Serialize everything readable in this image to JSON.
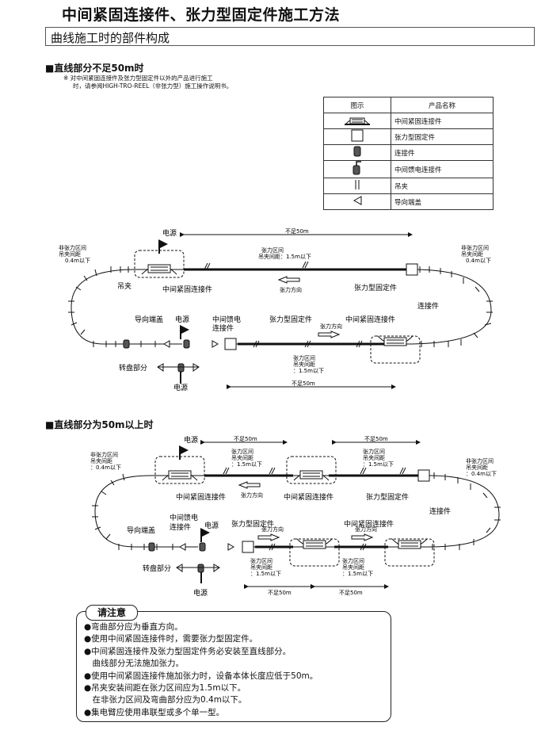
{
  "title": "中间紧固连接件、张力型固定件施工方法",
  "subtitle": "曲线施工时的部件构成",
  "section1": {
    "heading": "■直线部分不足50m时",
    "note_line1": "※ 对中间紧固连接件及张力型固定件以外的产品进行施工",
    "note_line2": "时，请参阅HIGH-TRO-REEL（非张力型）施工操作说明书。"
  },
  "legend": {
    "header_icon": "图示",
    "header_name": "产品名称",
    "items": [
      {
        "icon": "center-joint-icon",
        "name": "中间紧固连接件"
      },
      {
        "icon": "tension-fixer-icon",
        "name": "张力型固定件"
      },
      {
        "icon": "connector-icon",
        "name": "连接件"
      },
      {
        "icon": "feed-connector-icon",
        "name": "中间馈电连接件"
      },
      {
        "icon": "hanger-icon",
        "name": "吊夹"
      },
      {
        "icon": "end-cap-icon",
        "name": "导向端盖"
      }
    ]
  },
  "diagram1": {
    "power_top": "电源",
    "power_mid": "电源",
    "power_bottom": "电源",
    "nontension_left_1": "非张力区间",
    "nontension_left_2": "吊夹间距",
    "nontension_left_3": "0.4m以下",
    "nontension_right_1": "非张力区间",
    "nontension_right_2": "吊夹间距",
    "nontension_right_3": "0.4m以下",
    "lt50_top": "不足50m",
    "lt50_bottom": "不足50m",
    "tension_top_1": "张力区间",
    "tension_top_2": "吊夹间距：1.5m以下",
    "tension_bottom_1": "张力区间",
    "tension_bottom_2": "吊夹间距",
    "tension_bottom_3": "：1.5m以下",
    "dir_top": "张力方向",
    "dir_bottom": "张力方向",
    "hanger": "吊夹",
    "center_joint_top": "中间紧固连接件",
    "center_joint_bottom": "中间紧固连接件",
    "tension_fixer_top": "张力型固定件",
    "tension_fixer_bottom": "张力型固定件",
    "connector": "连接件",
    "end_cap": "导向端盖",
    "feed_1": "中间馈电",
    "feed_2": "连接件",
    "turntable": "转盘部分"
  },
  "section2": {
    "heading": "■直线部分为50m以上时"
  },
  "diagram2": {
    "power_top": "电源",
    "power_mid": "电源",
    "power_bottom": "电源",
    "nontension_left_1": "非张力区间",
    "nontension_left_2": "吊夹间距",
    "nontension_left_3": "：0.4m以下",
    "nontension_right_1": "非张力区间",
    "nontension_right_2": "吊夹间距",
    "nontension_right_3": "：0.4m以下",
    "lt50_top_a": "不足50m",
    "lt50_top_b": "不足50m",
    "lt50_bottom_a": "不足50m",
    "lt50_bottom_b": "不足50m",
    "tension_a_1": "张力区间",
    "tension_a_2": "吊夹间距",
    "tension_a_3": "：1.5m以下",
    "tension_b_1": "张力区间",
    "tension_b_2": "吊夹间距",
    "tension_b_3": "：1.5m以下",
    "tension_c_1": "张力区间",
    "tension_c_2": "吊夹间距",
    "tension_c_3": "：1.5m以下",
    "tension_d_1": "张力区间",
    "tension_d_2": "吊夹间距",
    "tension_d_3": "：1.5m以下",
    "dir_top": "张力方向",
    "dir_bottom_a": "张力方向",
    "dir_bottom_b": "张力方向",
    "center_joint_top_a": "中间紧固连接件",
    "center_joint_top_b": "中间紧固连接件",
    "tension_fixer_top": "张力型固定件",
    "center_joint_bottom": "中间紧固连接件",
    "tension_fixer_bottom": "张力型固定件",
    "connector": "连接件",
    "end_cap": "导向端盖",
    "feed_1": "中间馈电",
    "feed_2": "连接件",
    "turntable": "转盘部分"
  },
  "caution": {
    "tab": "请注意",
    "items": [
      "●弯曲部分应为垂直方向。",
      "●使用中间紧固连接件时，需要张力型固定件。",
      "●中间紧固连接件及张力型固定件务必安装至直线部分。",
      "　曲线部分无法施加张力。",
      "●使用中间紧固连接件施加张力时，设备本体长度应低于50m。",
      "●吊夹安装间距在张力区间应为1.5m以下。",
      "　在非张力区间及弯曲部分应为0.4m以下。",
      "●集电臂应使用串联型或多个单一型。"
    ]
  }
}
